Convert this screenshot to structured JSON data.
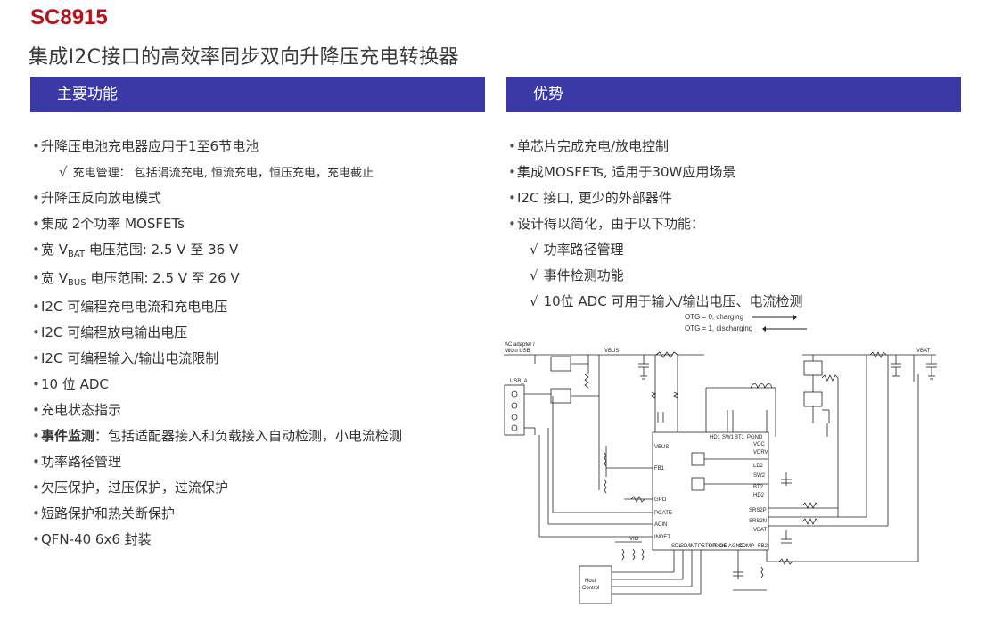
{
  "header": {
    "part_number": "SC8915",
    "subtitle": "集成I2C接口的高效率同步双向升降压充电转换器"
  },
  "sections": {
    "features_title": "主要功能",
    "advantages_title": "优势"
  },
  "features": {
    "f1": "升降压电池充电器应用于1至6节电池",
    "f1_sub": "充电管理： 包括涓流充电, 恒流充电，恒压充电，充电截止",
    "f2": "升降压反向放电模式",
    "f3": "集成 2个功率 MOSFETs",
    "f4_pre": "宽 V",
    "f4_sub": "BAT",
    "f4_post": " 电压范围: 2.5 V 至 36 V",
    "f5_pre": "宽 V",
    "f5_sub": "BUS",
    "f5_post": " 电压范围: 2.5 V 至 26 V",
    "f6": "I2C 可编程充电电流和充电电压",
    "f7": "I2C 可编程放电输出电压",
    "f8": "I2C 可编程输入/输出电流限制",
    "f9": "10 位 ADC",
    "f10": "充电状态指示",
    "f11_bold": "事件监测",
    "f11_rest": "：包括适配器接入和负载接入自动检测，小电流检测",
    "f12": "功率路径管理",
    "f13": "欠压保护，过压保护，过流保护",
    "f14": "短路保护和热关断保护",
    "f15": "QFN-40 6x6 封装"
  },
  "advantages": {
    "a1": "单芯片完成充电/放电控制",
    "a2": "集成MOSFETs, 适用于30W应用场景",
    "a3": "I2C 接口, 更少的外部器件",
    "a4": "设计得以简化，由于以下功能：",
    "a4_1": "功率路径管理",
    "a4_2": "事件检测功能",
    "a4_3": "10位 ADC 可用于输入/输出电压、电流检测"
  },
  "glyphs": {
    "bullet": "•",
    "check": "√"
  },
  "otg": {
    "line1": "OTG = 0, charging",
    "line2": "OTG = 1, discharging"
  },
  "schematic": {
    "ac_adapter": "AC adapter /",
    "micro_usb": "Micro USB",
    "usb_a": "USB_A",
    "vbus": "VBUS",
    "vbat": "VBAT",
    "host_line1": "Host",
    "host_line2": "Control",
    "vio": "VIO",
    "pins_left": [
      "VBUS",
      "FB1",
      "GPO",
      "PGATE",
      "ACIN",
      "INDET"
    ],
    "pins_top": [
      "SW1",
      "BT1",
      "PGND",
      "HD1"
    ],
    "pins_right": [
      "VCC",
      "VDRV",
      "LD2",
      "SW2",
      "BT2",
      "HD2",
      "SRS2P",
      "SRS2N",
      "VBAT"
    ],
    "pins_bottom": [
      "SDL",
      "SDA",
      "INT",
      "PSTOP",
      "DISCH",
      "CE",
      "AGND",
      "COMP",
      "FB2"
    ]
  }
}
